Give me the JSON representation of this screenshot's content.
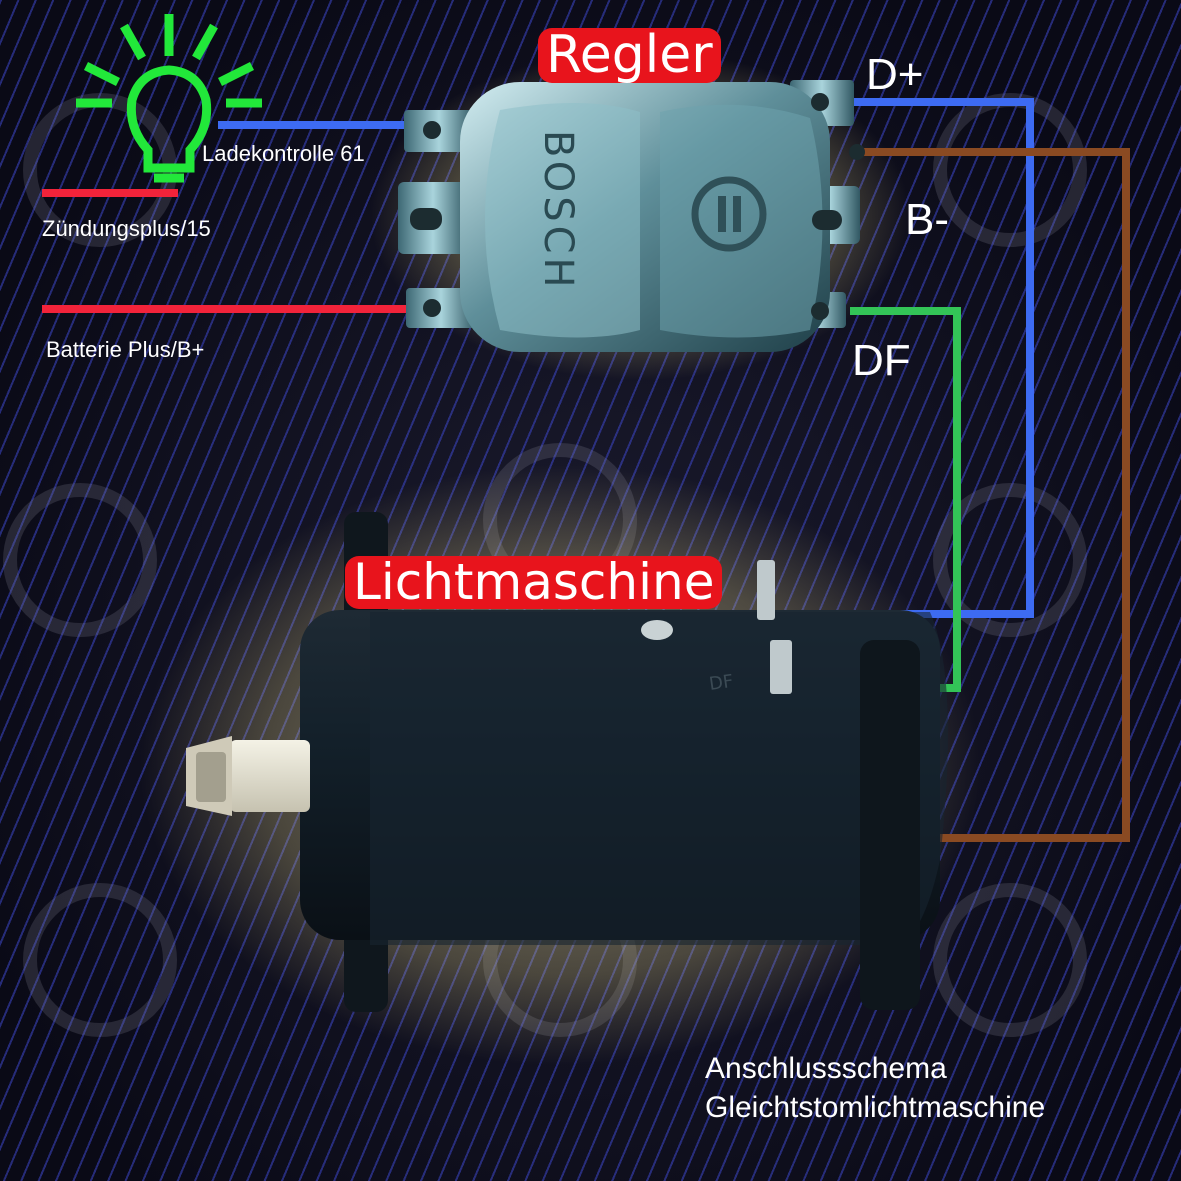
{
  "labels": {
    "regler": "Regler",
    "lichtmaschine": "Lichtmaschine",
    "d_plus": "D+",
    "b_minus": "B-",
    "df": "DF",
    "ladekontrolle": "Ladekontrolle 61",
    "zuendungsplus": "Zündungsplus/15",
    "batterie_plus": "Batterie Plus/B+",
    "caption_line1": "Anschlussschema",
    "caption_line2": "Gleichtstomlichtmaschine"
  },
  "regulator": {
    "brand": "BOSCH"
  },
  "colors": {
    "ladekontrolle_wire": "#3d6bf2",
    "zuendungsplus_wire": "#f2233a",
    "batterie_wire": "#f2233a",
    "d_plus_wire": "#3d6bf2",
    "b_minus_wire": "#8a4a22",
    "df_wire": "#33c457",
    "lamp": "#22e83a",
    "label_pill": "#e8141c"
  },
  "icons": {
    "lamp": "light-bulb-icon"
  }
}
